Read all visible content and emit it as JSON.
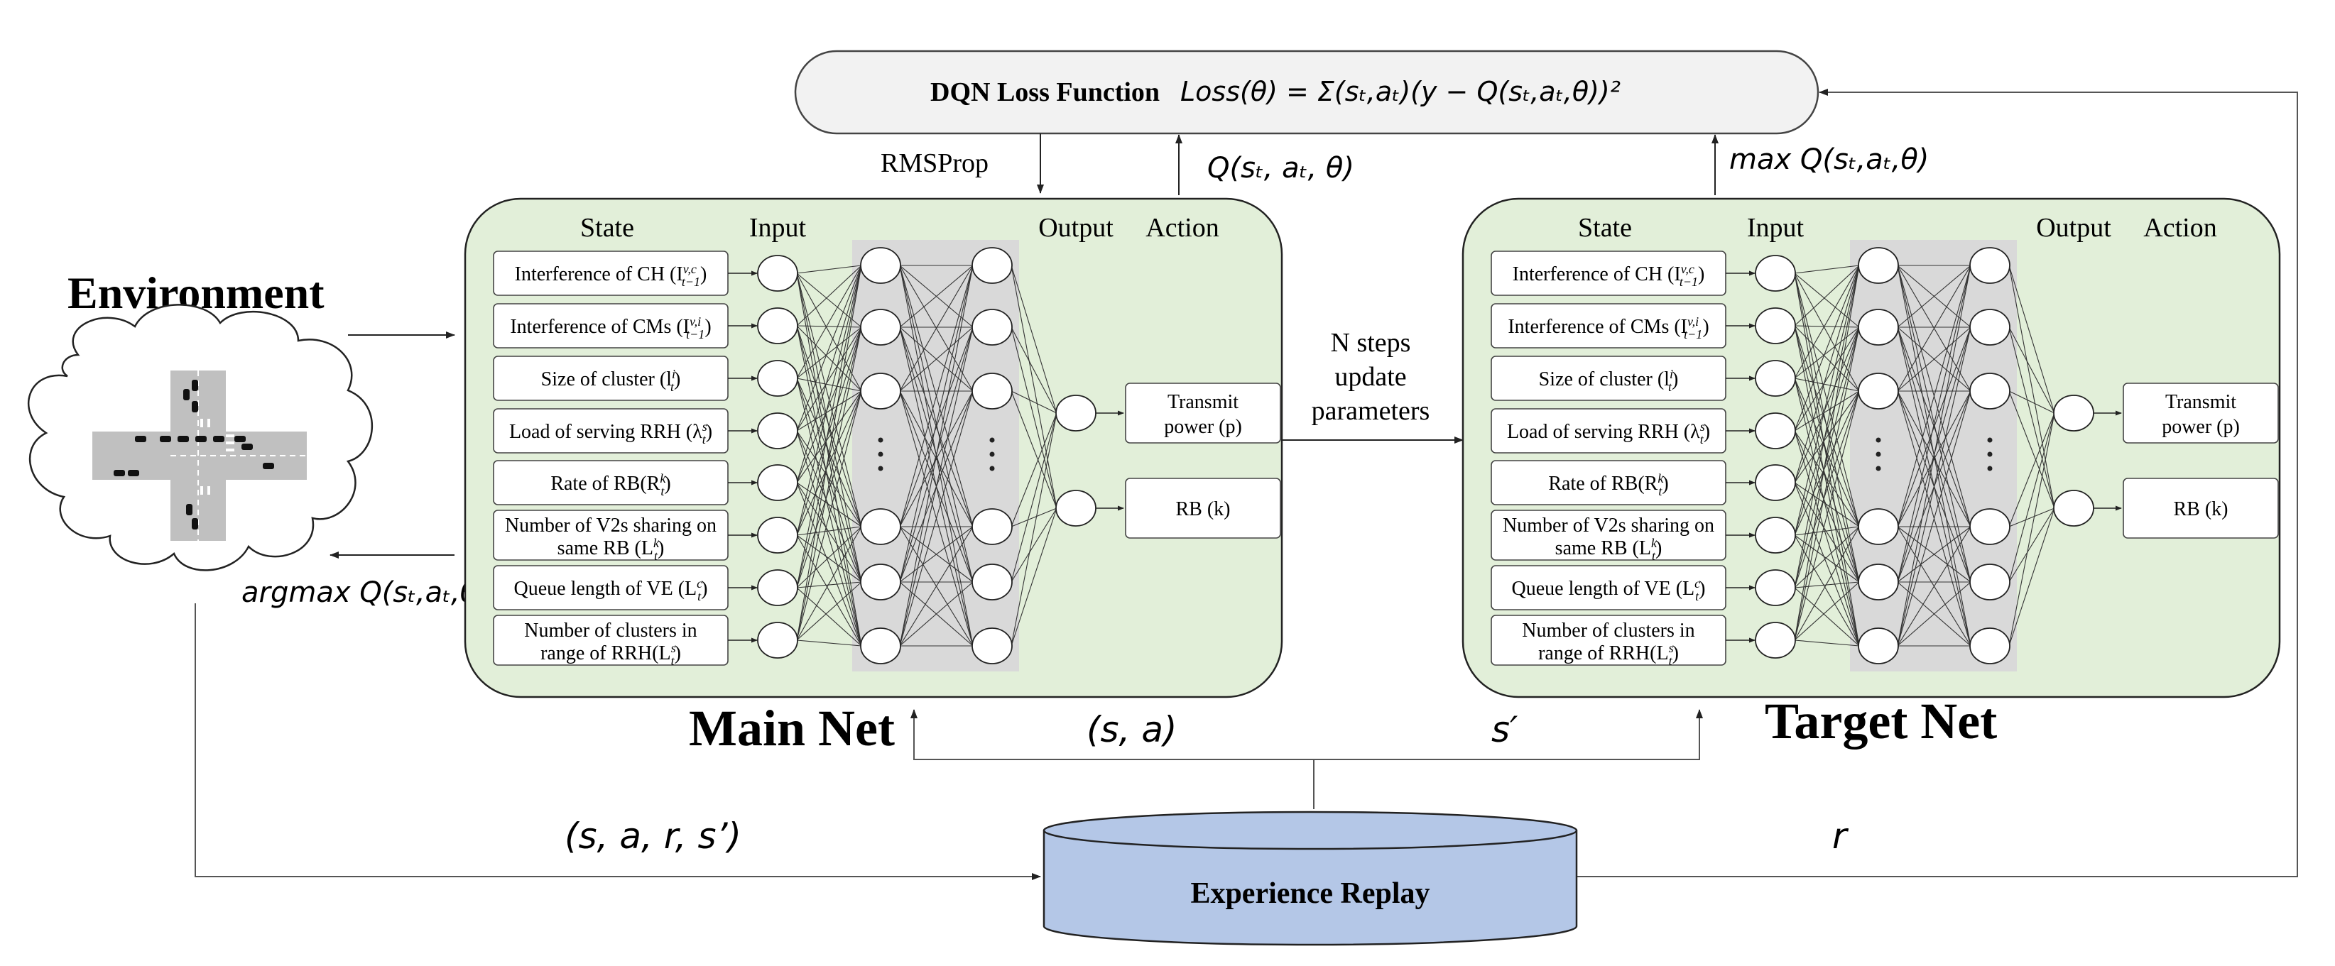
{
  "loss": {
    "prefix": "DQN Loss Function",
    "formula": "Loss(θ) = Σ(sₜ,aₜ)(y − Q(sₜ,aₜ,θ))²"
  },
  "arrows": {
    "rmsprop": "RMSProp",
    "q_value": "Q(sₜ, aₜ, θ)",
    "max_q": "max Q(sₜ,aₜ,θ)",
    "argmax_q": "argmax Q(sₜ,aₜ,θ)",
    "sa": "(s, a)",
    "s_prime": "s′",
    "sars": "(s, a, r, s’)",
    "r": "r",
    "n_steps": [
      "N steps",
      "update",
      "parameters"
    ]
  },
  "environment": {
    "title": "Environment"
  },
  "main_net": {
    "title": "Main Net",
    "headers": {
      "state": "State",
      "input": "Input",
      "output": "Output",
      "action": "Action"
    }
  },
  "target_net": {
    "title": "Target Net",
    "headers": {
      "state": "State",
      "input": "Input",
      "output": "Output",
      "action": "Action"
    }
  },
  "states": [
    [
      "Interference of CH (I",
      "v,c",
      "t−1",
      ")"
    ],
    [
      "Interference of CMs (I",
      "v,i",
      "t−1",
      ")"
    ],
    [
      "Size of cluster (l",
      "i",
      "t",
      ")"
    ],
    [
      "Load of serving RRH (λ",
      "s",
      "t",
      ")"
    ],
    [
      "Rate of RB(R",
      "k",
      "t",
      ")"
    ],
    [
      "Number of V2s sharing on",
      "",
      "",
      ""
    ],
    [
      "Queue length of VE (L",
      "c",
      "t",
      ")"
    ],
    [
      "Number of clusters in",
      "",
      "",
      ""
    ]
  ],
  "states_line2": {
    "5": [
      "same RB (L",
      "k",
      "t",
      ")"
    ],
    "7": [
      "range of RRH(L",
      "s",
      "t",
      ")"
    ]
  },
  "actions": [
    "Transmit",
    "power (p)",
    "RB (k)"
  ],
  "replay": {
    "label": "Experience Replay"
  },
  "colors": {
    "net_bg": "#e2efd9",
    "hidden_bg": "#d9d9d9",
    "replay_fill": "#b4c7e7",
    "loss_fill": "#f2f2f2"
  }
}
